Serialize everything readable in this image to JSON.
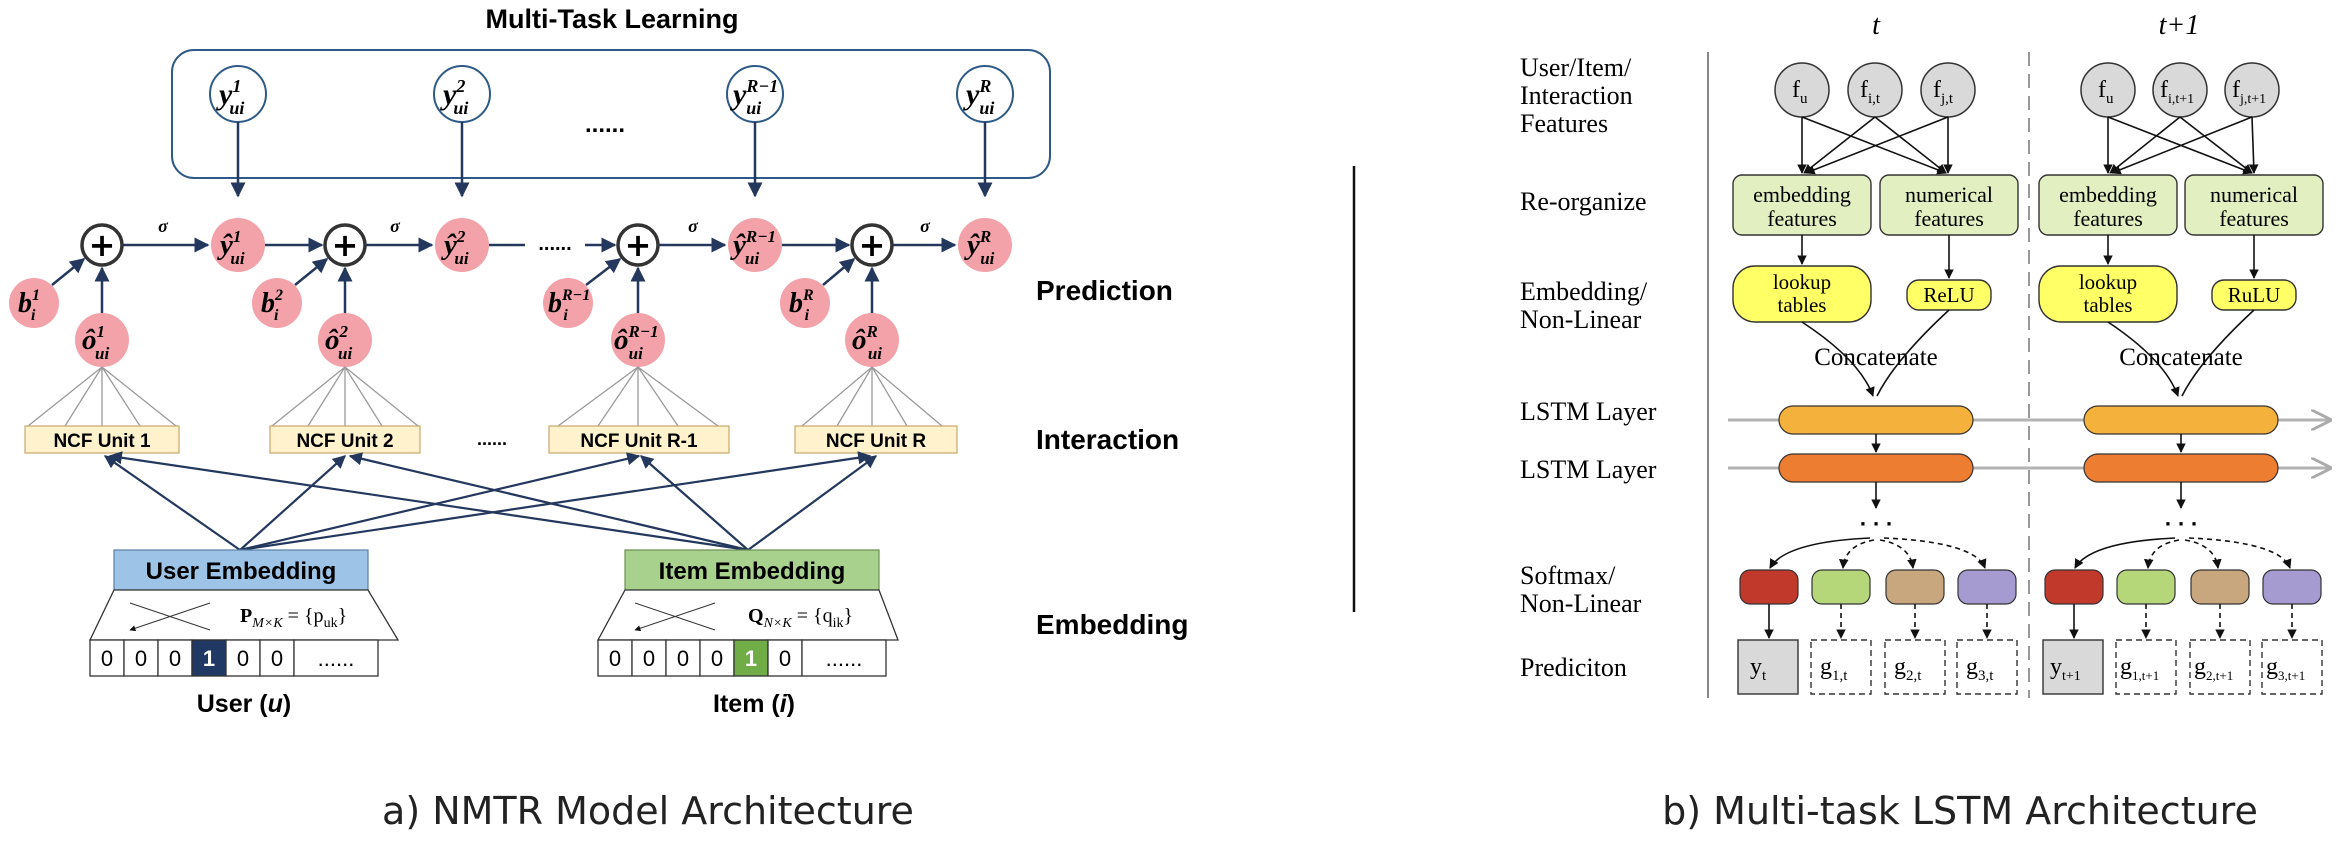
{
  "left": {
    "mtl_title": "Multi-Task Learning",
    "dots": "......",
    "outputs": [
      "y",
      "y",
      "y",
      "y"
    ],
    "output_sup": [
      "1",
      "2",
      "R−1",
      "R"
    ],
    "sub_ui": "ui",
    "preds": [
      "ŷ",
      "ŷ",
      "ŷ",
      "ŷ"
    ],
    "o_hat": "ô",
    "b_letter": "b",
    "b_sub": "i",
    "sigma": "σ",
    "plus": "+",
    "ncf_units": [
      "NCF Unit 1",
      "NCF Unit 2",
      "NCF Unit R-1",
      "NCF Unit R"
    ],
    "layer_labels": {
      "prediction": "Prediction",
      "interaction": "Interaction",
      "embedding": "Embedding"
    },
    "user_embedding": "User Embedding",
    "item_embedding": "Item Embedding",
    "user_matrix": "P",
    "user_matrix_sub": "M×K",
    "user_matrix_eq": " = {p",
    "user_matrix_el": "uk",
    "item_matrix": "Q",
    "item_matrix_sub": "N×K",
    "item_matrix_eq": " = {q",
    "item_matrix_el": "ik",
    "close_brace": "}",
    "user_vector": [
      "0",
      "0",
      "0",
      "1",
      "0",
      "0",
      "......"
    ],
    "item_vector": [
      "0",
      "0",
      "0",
      "0",
      "1",
      "0",
      "......"
    ],
    "user_label": "User (",
    "user_var": "u",
    "item_label": "Item (",
    "item_var": "i",
    "close_paren": ")",
    "caption": "a) NMTR Model Architecture",
    "colors": {
      "dark": "#24385e",
      "node_pink": "#f2a2a8",
      "user_hi": "#1f3864",
      "item_hi": "#70ad47",
      "user_emb": "#9dc3e6",
      "item_emb": "#a9d18e",
      "ncf": "#fff2cc"
    }
  },
  "right": {
    "t_label": "t",
    "t1_label": "t+1",
    "row_labels": {
      "features": [
        "User/Item/",
        "Interaction",
        "Features"
      ],
      "reorganize": "Re-organize",
      "embedding": [
        "Embedding/",
        "Non-Linear"
      ],
      "lstm1": "LSTM Layer",
      "lstm2": "LSTM Layer",
      "softmax": [
        "Softmax/",
        "Non-Linear"
      ],
      "prediction": "Prediciton"
    },
    "feat_letter": "f",
    "feats_t": [
      "u",
      "i,t",
      "j,t"
    ],
    "feats_t1": [
      "u",
      "i,t+1",
      "j,t+1"
    ],
    "emb_feat": [
      "embedding",
      "features"
    ],
    "num_feat": [
      "numerical",
      "features"
    ],
    "lookup": [
      "lookup",
      "tables"
    ],
    "relu_t": "ReLU",
    "relu_t1": "RuLU",
    "concatenate": "Concatenate",
    "ellipsis": "· · ·",
    "y_letter": "y",
    "g_letter": "g",
    "pred_t": [
      "t",
      "1,t",
      "2,t",
      "3,t"
    ],
    "pred_t1": [
      "t+1",
      "1,t+1",
      "2,t+1",
      "3,t+1"
    ],
    "caption": "b) Multi-task LSTM Architecture",
    "colors": {
      "feature_node": "#d9d9d9",
      "green_box": "#e2efc1",
      "yellow": "#ffff66",
      "lstm1": "#f4b23c",
      "lstm2": "#ed7d31",
      "soft_red": "#c0392b",
      "soft_green": "#b5d77a",
      "soft_tan": "#c8a77e",
      "soft_purple": "#a59bd0"
    }
  }
}
